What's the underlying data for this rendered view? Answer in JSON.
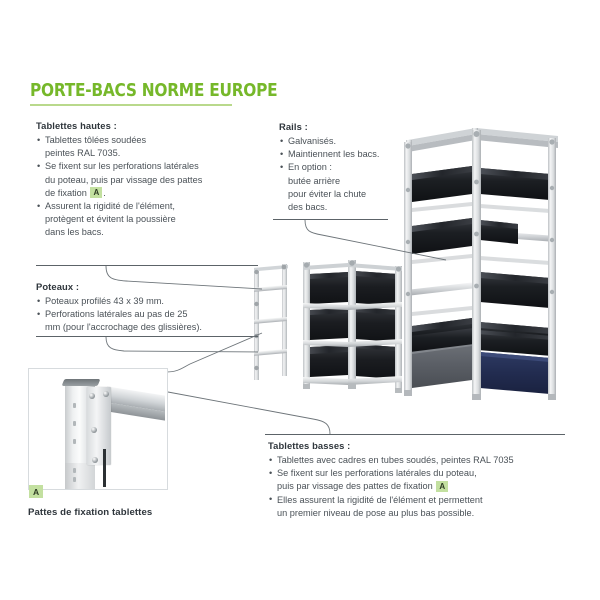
{
  "document": {
    "title": "PORTE-BACS NORME EUROPE",
    "accent_color": "#76b82a",
    "underline_color": "#b9d98c",
    "badge_color": "#c3e0a0",
    "background": "#ffffff"
  },
  "sections": {
    "tablettes_hautes": {
      "heading": "Tablettes hautes :",
      "bullets": [
        {
          "line1": "Tablettes tôlées soudées",
          "line2": "peintes RAL 7035."
        },
        {
          "line1": "Se fixent sur les perforations latérales",
          "line2": "du poteau, puis par vissage des pattes",
          "line3_pre": "de fixation",
          "badge": "A",
          "line3_post": "."
        },
        {
          "line1": "Assurent la rigidité de l'élément,",
          "line2": "protègent et évitent la poussière",
          "line3": "dans les bacs."
        }
      ]
    },
    "poteaux": {
      "heading": "Poteaux :",
      "bullets": [
        {
          "line1": "Poteaux profilés 43 x 39 mm."
        },
        {
          "line1": "Perforations latérales au pas de 25",
          "line2": "mm (pour l'accrochage des glissières)."
        }
      ]
    },
    "rails": {
      "heading": "Rails :",
      "bullets": [
        {
          "line1": "Galvanisés."
        },
        {
          "line1": "Maintiennent les bacs."
        },
        {
          "line1": "En option :",
          "line2": "butée arrière",
          "line3": "pour éviter la chute",
          "line4": "des bacs."
        }
      ]
    },
    "tablettes_basses": {
      "heading": "Tablettes basses :",
      "bullets": [
        {
          "line1": "Tablettes avec cadres en tubes soudés, peintes RAL 7035"
        },
        {
          "line1": "Se fixent sur les perforations latérales du poteau,",
          "line2_pre": "puis par vissage des pattes de fixation",
          "badge": "A"
        },
        {
          "line1": "Elles assurent la rigidité de l'élément et permettent",
          "line2": "un premier niveau de pose au plus bas possible."
        }
      ]
    }
  },
  "photo": {
    "caption": "Pattes de fixation tablettes",
    "badge": "A"
  },
  "products": {
    "small_rack": {
      "name": "porte-bacs bas 3 niveaux",
      "bin_color": "#1d1f23",
      "frame_color": "#d9dcde",
      "levels": 3,
      "columns": 2
    },
    "tall_rack": {
      "name": "porte-bacs haut",
      "frame_color": "#dfe2e4",
      "bin_colors": [
        "#24262b",
        "#55585e",
        "#1f2a4d"
      ]
    }
  }
}
